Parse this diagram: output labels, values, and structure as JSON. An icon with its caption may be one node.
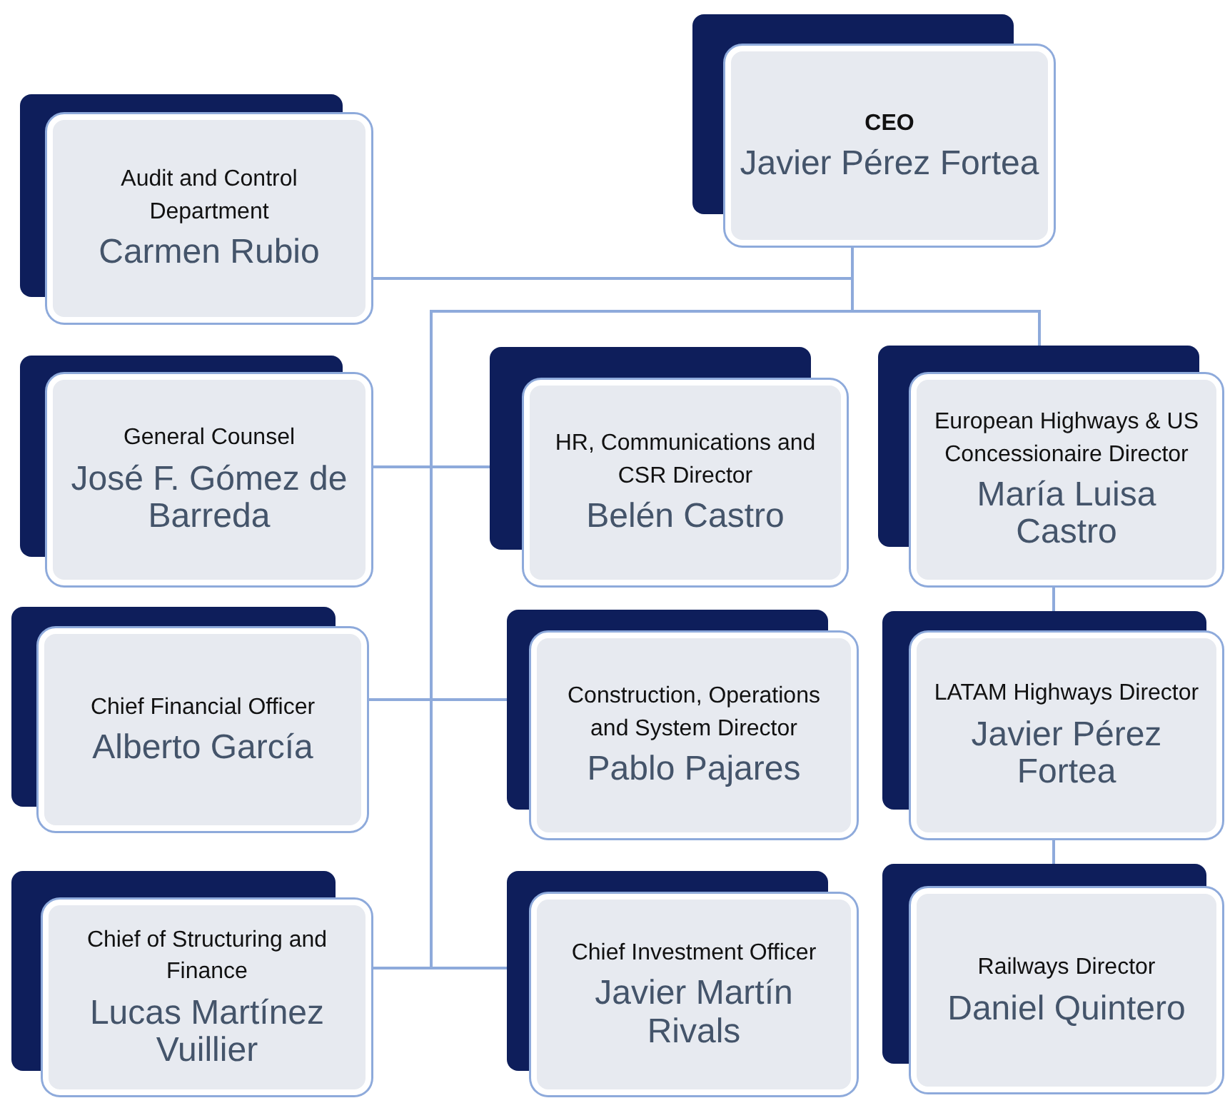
{
  "diagram": {
    "nodes": [
      {
        "text": [
          "CEO",
          "Javier Pérez Fortea"
        ]
      },
      {
        "text": [
          "Audit and Control Department",
          "Carmen Rubio"
        ]
      },
      {
        "text": [
          "General Counsel",
          "José F. Gómez de Barreda"
        ]
      },
      {
        "text": [
          "Chief Financial Officer",
          "Alberto García"
        ]
      },
      {
        "text": [
          "Chief of Structuring and Finance",
          "Lucas Martínez Vuillier"
        ]
      },
      {
        "text": [
          "HR, Communications and CSR Director",
          "Belén Castro"
        ]
      },
      {
        "text": [
          "Construction, Operations and System Director",
          "Pablo Pajares"
        ]
      },
      {
        "text": [
          "Chief Investment Officer",
          "Javier Martín Rivals"
        ]
      },
      {
        "text": [
          "European Highways & US Concessionaire Director",
          "María Luisa Castro"
        ]
      },
      {
        "text": [
          "LATAM Highways Director",
          "Javier Pérez Fortea"
        ]
      },
      {
        "text": [
          "Railways Director",
          "Daniel Quintero"
        ]
      }
    ],
    "edges": [
      {
        "from": 0,
        "to": 1,
        "arrow": "none"
      },
      {
        "from": 0,
        "to": 2,
        "arrow": "none"
      },
      {
        "from": 0,
        "to": 5,
        "arrow": "none"
      },
      {
        "from": 0,
        "to": 3,
        "arrow": "none"
      },
      {
        "from": 0,
        "to": 6,
        "arrow": "none"
      },
      {
        "from": 0,
        "to": 4,
        "arrow": "none"
      },
      {
        "from": 0,
        "to": 7,
        "arrow": "none"
      },
      {
        "from": 0,
        "to": 8,
        "arrow": "none"
      },
      {
        "from": 8,
        "to": 9,
        "arrow": "none"
      },
      {
        "from": 9,
        "to": 10,
        "arrow": "none"
      }
    ]
  }
}
